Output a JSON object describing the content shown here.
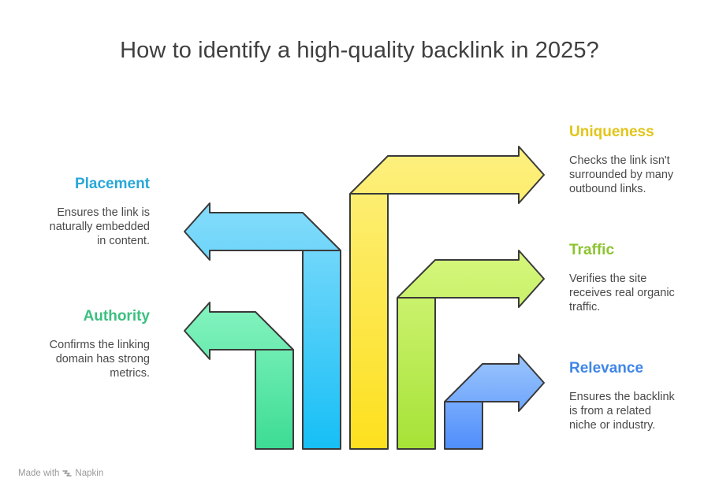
{
  "title": "How to identify a high-quality backlink in 2025?",
  "items": [
    {
      "label": "Placement",
      "description": "Ensures the link is\nnaturally embedded\nin content.",
      "color": "#29a8d8"
    },
    {
      "label": "Authority",
      "description": "Confirms the linking\ndomain has strong\nmetrics.",
      "color": "#3cc080"
    },
    {
      "label": "Uniqueness",
      "description": "Checks the link isn't\nsurrounded by many\noutbound links.",
      "color": "#e1c51a"
    },
    {
      "label": "Traffic",
      "description": "Verifies the site\nreceives real organic\ntraffic.",
      "color": "#8cc330"
    },
    {
      "label": "Relevance",
      "description": "Ensures the backlink\nis from a related\nniche or industry.",
      "color": "#3f86e6"
    }
  ],
  "footer": {
    "made_with": "Made with",
    "brand": "Napkin",
    "brand_icon": "napkin-logo-icon"
  }
}
